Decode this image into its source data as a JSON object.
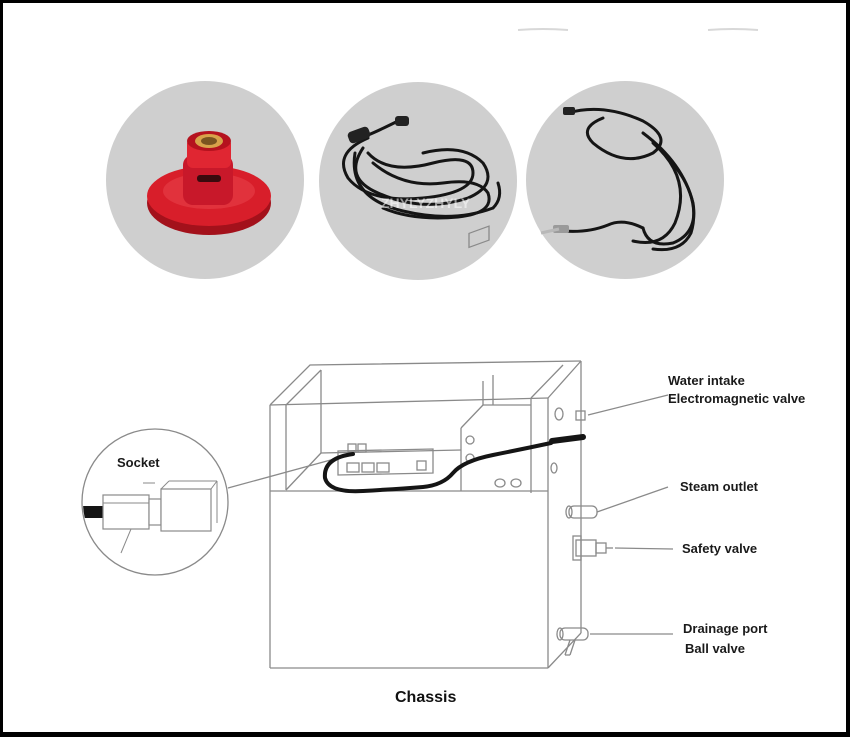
{
  "title": "Chassis",
  "photos": [
    {
      "name": "red-water-inlet-fitting"
    },
    {
      "name": "black-cable-with-plug"
    },
    {
      "name": "black-cable-with-sensor-probe"
    }
  ],
  "callouts": {
    "socket": "Socket",
    "water_intake_1": "Water intake",
    "water_intake_2": "Electromagnetic valve",
    "steam_outlet": "Steam outlet",
    "safety_valve": "Safety valve",
    "drainage_1": "Drainage port",
    "drainage_2": "Ball valve"
  },
  "colors": {
    "circle_bg": "#cfcfcf",
    "red_part": "#d81e2a",
    "brass": "#d8a24a",
    "cable": "#151515",
    "line_art": "#8a8a8a"
  }
}
